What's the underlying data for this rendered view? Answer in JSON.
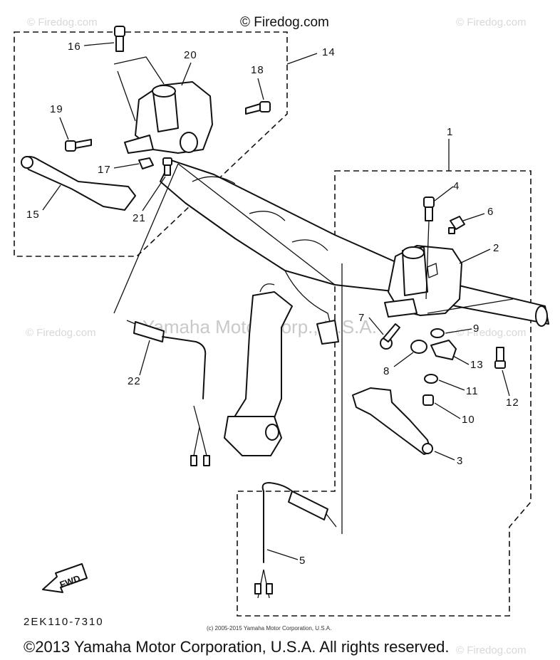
{
  "watermarks": {
    "top_center": "© Firedog.com",
    "corner": "© Firedog.com",
    "middle": "Yamaha Motor Corp., U.S.A."
  },
  "labels": {
    "l1": "1",
    "l2": "2",
    "l3": "3",
    "l4": "4",
    "l5": "5",
    "l6": "6",
    "l7": "7",
    "l8": "8",
    "l9": "9",
    "l10": "10",
    "l11": "11",
    "l12": "12",
    "l13": "13",
    "l14": "14",
    "l15": "15",
    "l16": "16",
    "l17": "17",
    "l18": "18",
    "l19": "19",
    "l20": "20",
    "l21": "21",
    "l22": "22"
  },
  "fwd_label": "FWD",
  "diagram_code": "2EK110-7310",
  "small_copyright": "(c) 2005-2015 Yamaha Motor Corporation, U.S.A.",
  "footer_copyright": "©2013 Yamaha Motor Corporation, U.S.A. All rights reserved."
}
